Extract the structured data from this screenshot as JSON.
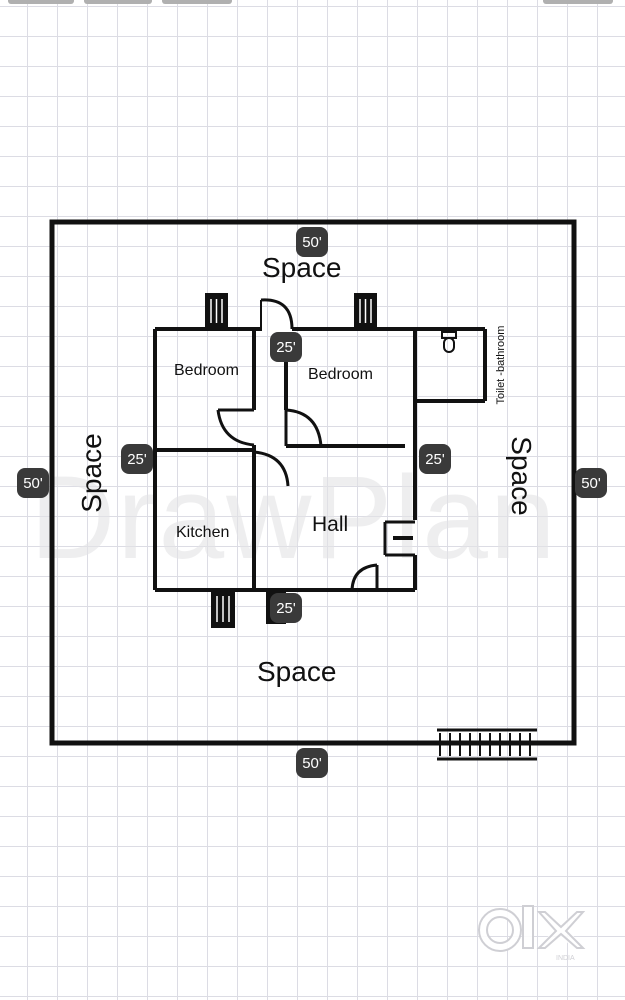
{
  "watermark": "DrawPlan",
  "dimensions": {
    "outer_top": "50'",
    "outer_bottom": "50'",
    "outer_left": "50'",
    "outer_right": "50'",
    "inner_top": "25'",
    "inner_left": "25'",
    "inner_right": "25'",
    "inner_bottom": "25'"
  },
  "spaces": {
    "top": "Space",
    "bottom": "Space",
    "left": "Space",
    "right": "Space"
  },
  "rooms": {
    "bedroom_left": "Bedroom",
    "bedroom_right": "Bedroom",
    "kitchen": "Kitchen",
    "hall": "Hall",
    "toilet": "Toilet -bathroom"
  },
  "logo": {
    "name": "OLX",
    "sub": "INDIA"
  },
  "colors": {
    "walls": "#111111",
    "grid": "#dcdce4",
    "badge": "#3a3a3a"
  }
}
